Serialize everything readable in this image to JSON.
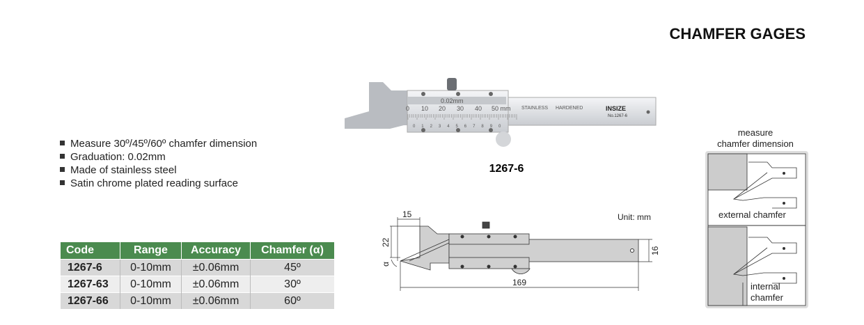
{
  "title": "CHAMFER GAGES",
  "features": [
    "Measure 30º/45º/60º chamfer dimension",
    "Graduation: 0.02mm",
    "Made of stainless steel",
    "Satin chrome plated reading surface"
  ],
  "product_photo": {
    "model_label": "1267-6",
    "scale_labels": [
      "0",
      "10",
      "20",
      "30",
      "40",
      "50 mm"
    ],
    "vernier_labels": [
      "0",
      "1",
      "2",
      "3",
      "4",
      "5",
      "6",
      "7",
      "8",
      "9",
      "0"
    ],
    "graduation": "0.02mm",
    "stainless": "STAINLESS",
    "hardened": "HARDENED",
    "brand": "INSIZE",
    "model_mark": "No.1267-6"
  },
  "drawing": {
    "unit": "Unit: mm",
    "dim_15": "15",
    "dim_22": "22",
    "dim_16": "16",
    "dim_169": "169",
    "alpha": "α"
  },
  "side_diagram": {
    "caption_line1": "measure",
    "caption_line2": "chamfer dimension",
    "external": "external chamfer",
    "internal_line1": "internal",
    "internal_line2": "chamfer"
  },
  "table": {
    "headers": [
      "Code",
      "Range",
      "Accuracy",
      "Chamfer (α)"
    ],
    "rows": [
      [
        "1267-6",
        "0-10mm",
        "±0.06mm",
        "45º"
      ],
      [
        "1267-63",
        "0-10mm",
        "±0.06mm",
        "30º"
      ],
      [
        "1267-66",
        "0-10mm",
        "±0.06mm",
        "60º"
      ]
    ],
    "header_color": "#4b8b4f"
  }
}
